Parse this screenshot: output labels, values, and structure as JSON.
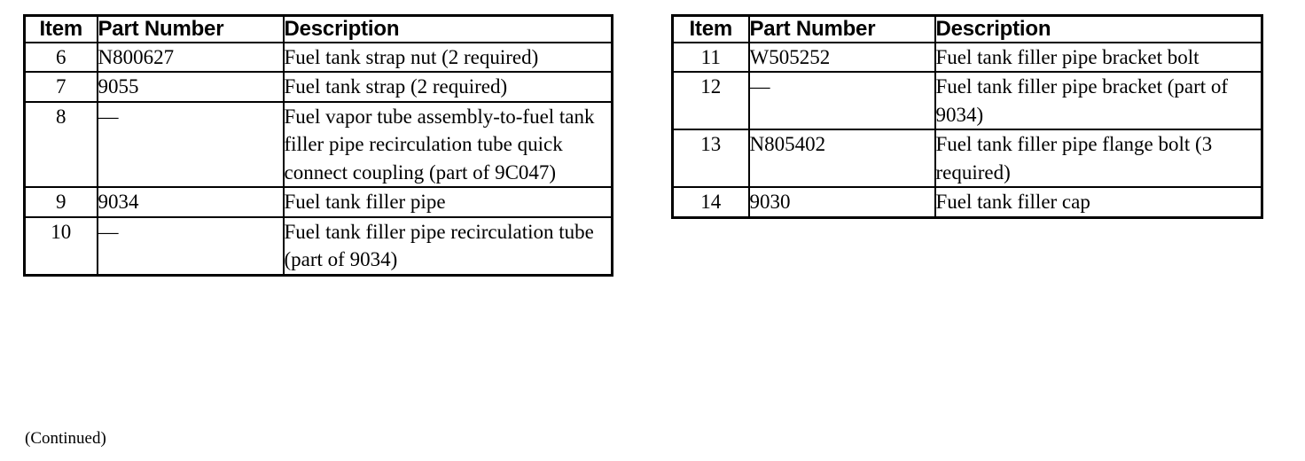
{
  "document": {
    "continued_note": "(Continued)"
  },
  "tables": [
    {
      "id": "left",
      "columns": [
        "Item",
        "Part Number",
        "Description"
      ],
      "rows": [
        {
          "item": "6",
          "part_number": "N800627",
          "description": "Fuel tank strap nut (2 required)"
        },
        {
          "item": "7",
          "part_number": "9055",
          "description": "Fuel tank strap (2 required)"
        },
        {
          "item": "8",
          "part_number": "—",
          "description": "Fuel vapor tube assembly-to-fuel tank filler pipe recirculation tube quick connect coupling (part of 9C047)"
        },
        {
          "item": "9",
          "part_number": "9034",
          "description": "Fuel tank filler pipe"
        },
        {
          "item": "10",
          "part_number": "—",
          "description": "Fuel tank filler pipe recirculation tube (part of 9034)"
        }
      ]
    },
    {
      "id": "right",
      "columns": [
        "Item",
        "Part Number",
        "Description"
      ],
      "rows": [
        {
          "item": "11",
          "part_number": "W505252",
          "description": "Fuel tank filler pipe bracket bolt"
        },
        {
          "item": "12",
          "part_number": "—",
          "description": "Fuel tank filler pipe bracket (part of 9034)"
        },
        {
          "item": "13",
          "part_number": "N805402",
          "description": "Fuel tank filler pipe flange bolt (3 required)"
        },
        {
          "item": "14",
          "part_number": "9030",
          "description": "Fuel tank filler cap"
        }
      ]
    }
  ]
}
